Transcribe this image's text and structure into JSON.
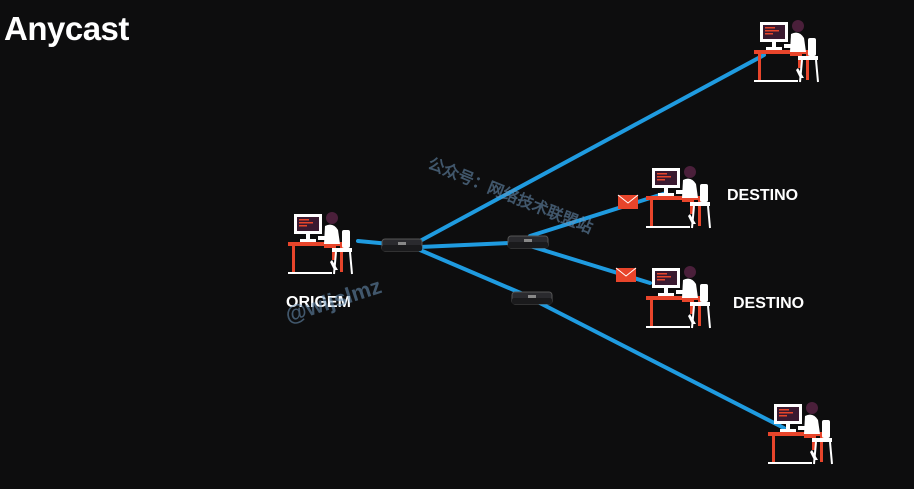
{
  "title": "Anycast",
  "labels": {
    "origin": "ORIGEM",
    "dest1": "DESTINO",
    "dest2": "DESTINO"
  },
  "watermark": {
    "line1": "公众号：网络技术联盟站",
    "line2": "@wljslmz"
  },
  "colors": {
    "background": "#0d0d0e",
    "link": "#1f9be0",
    "envelope": "#e8452b",
    "desk": "#e8452b",
    "person": "#4a1f3a",
    "monitor": "#ffffff"
  },
  "icons": [
    "computer-user-icon",
    "router-icon",
    "envelope-icon"
  ]
}
